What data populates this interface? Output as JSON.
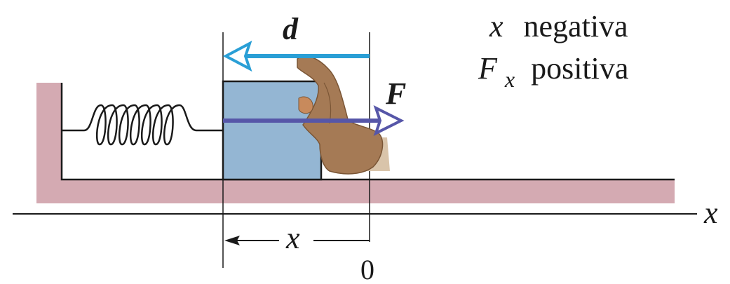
{
  "labels": {
    "displacement": "d",
    "force": "F",
    "axis_name": "x",
    "x_measure": "x",
    "origin": "0"
  },
  "caption": {
    "line1_var": "x",
    "line1_word": "negativa",
    "line2_var": "F",
    "line2_sub": "x",
    "line2_word": "positiva"
  },
  "colors": {
    "wall": "#d4aab2",
    "block_fill": "#94b6d3",
    "displacement_arrow": "#2a9fd6",
    "force_arrow": "#5656a8",
    "hand": "#a57a55",
    "line": "#1a1a1a"
  },
  "icons": {
    "hand": "hand-icon",
    "spring": "spring-coil-icon"
  }
}
